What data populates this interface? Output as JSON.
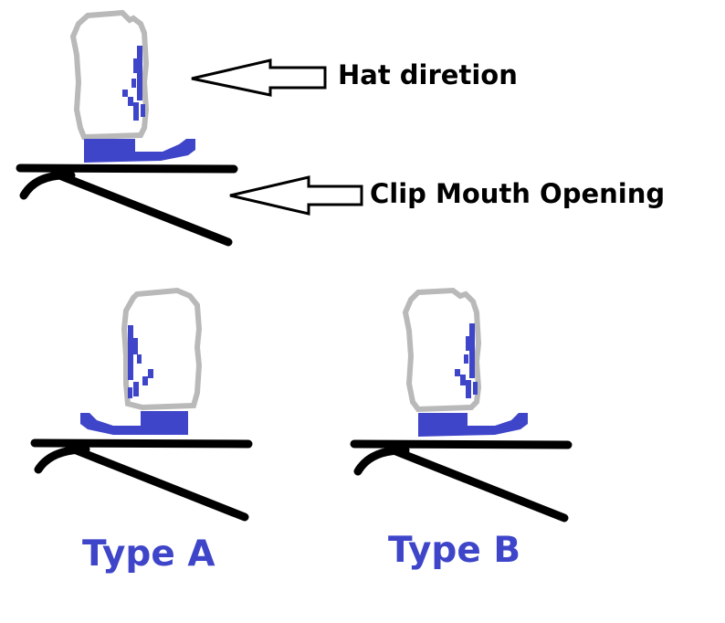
{
  "labels": {
    "hat_direction": "Hat diretion",
    "clip_mouth_opening": "Clip Mouth Opening",
    "type_a": "Type A",
    "type_b": "Type B"
  },
  "colors": {
    "hat_blue": "#3e45c9",
    "type_label_blue": "#3e45c9",
    "outline_gray": "#b9b9b9",
    "line_black": "#000000",
    "background": "#ffffff"
  }
}
